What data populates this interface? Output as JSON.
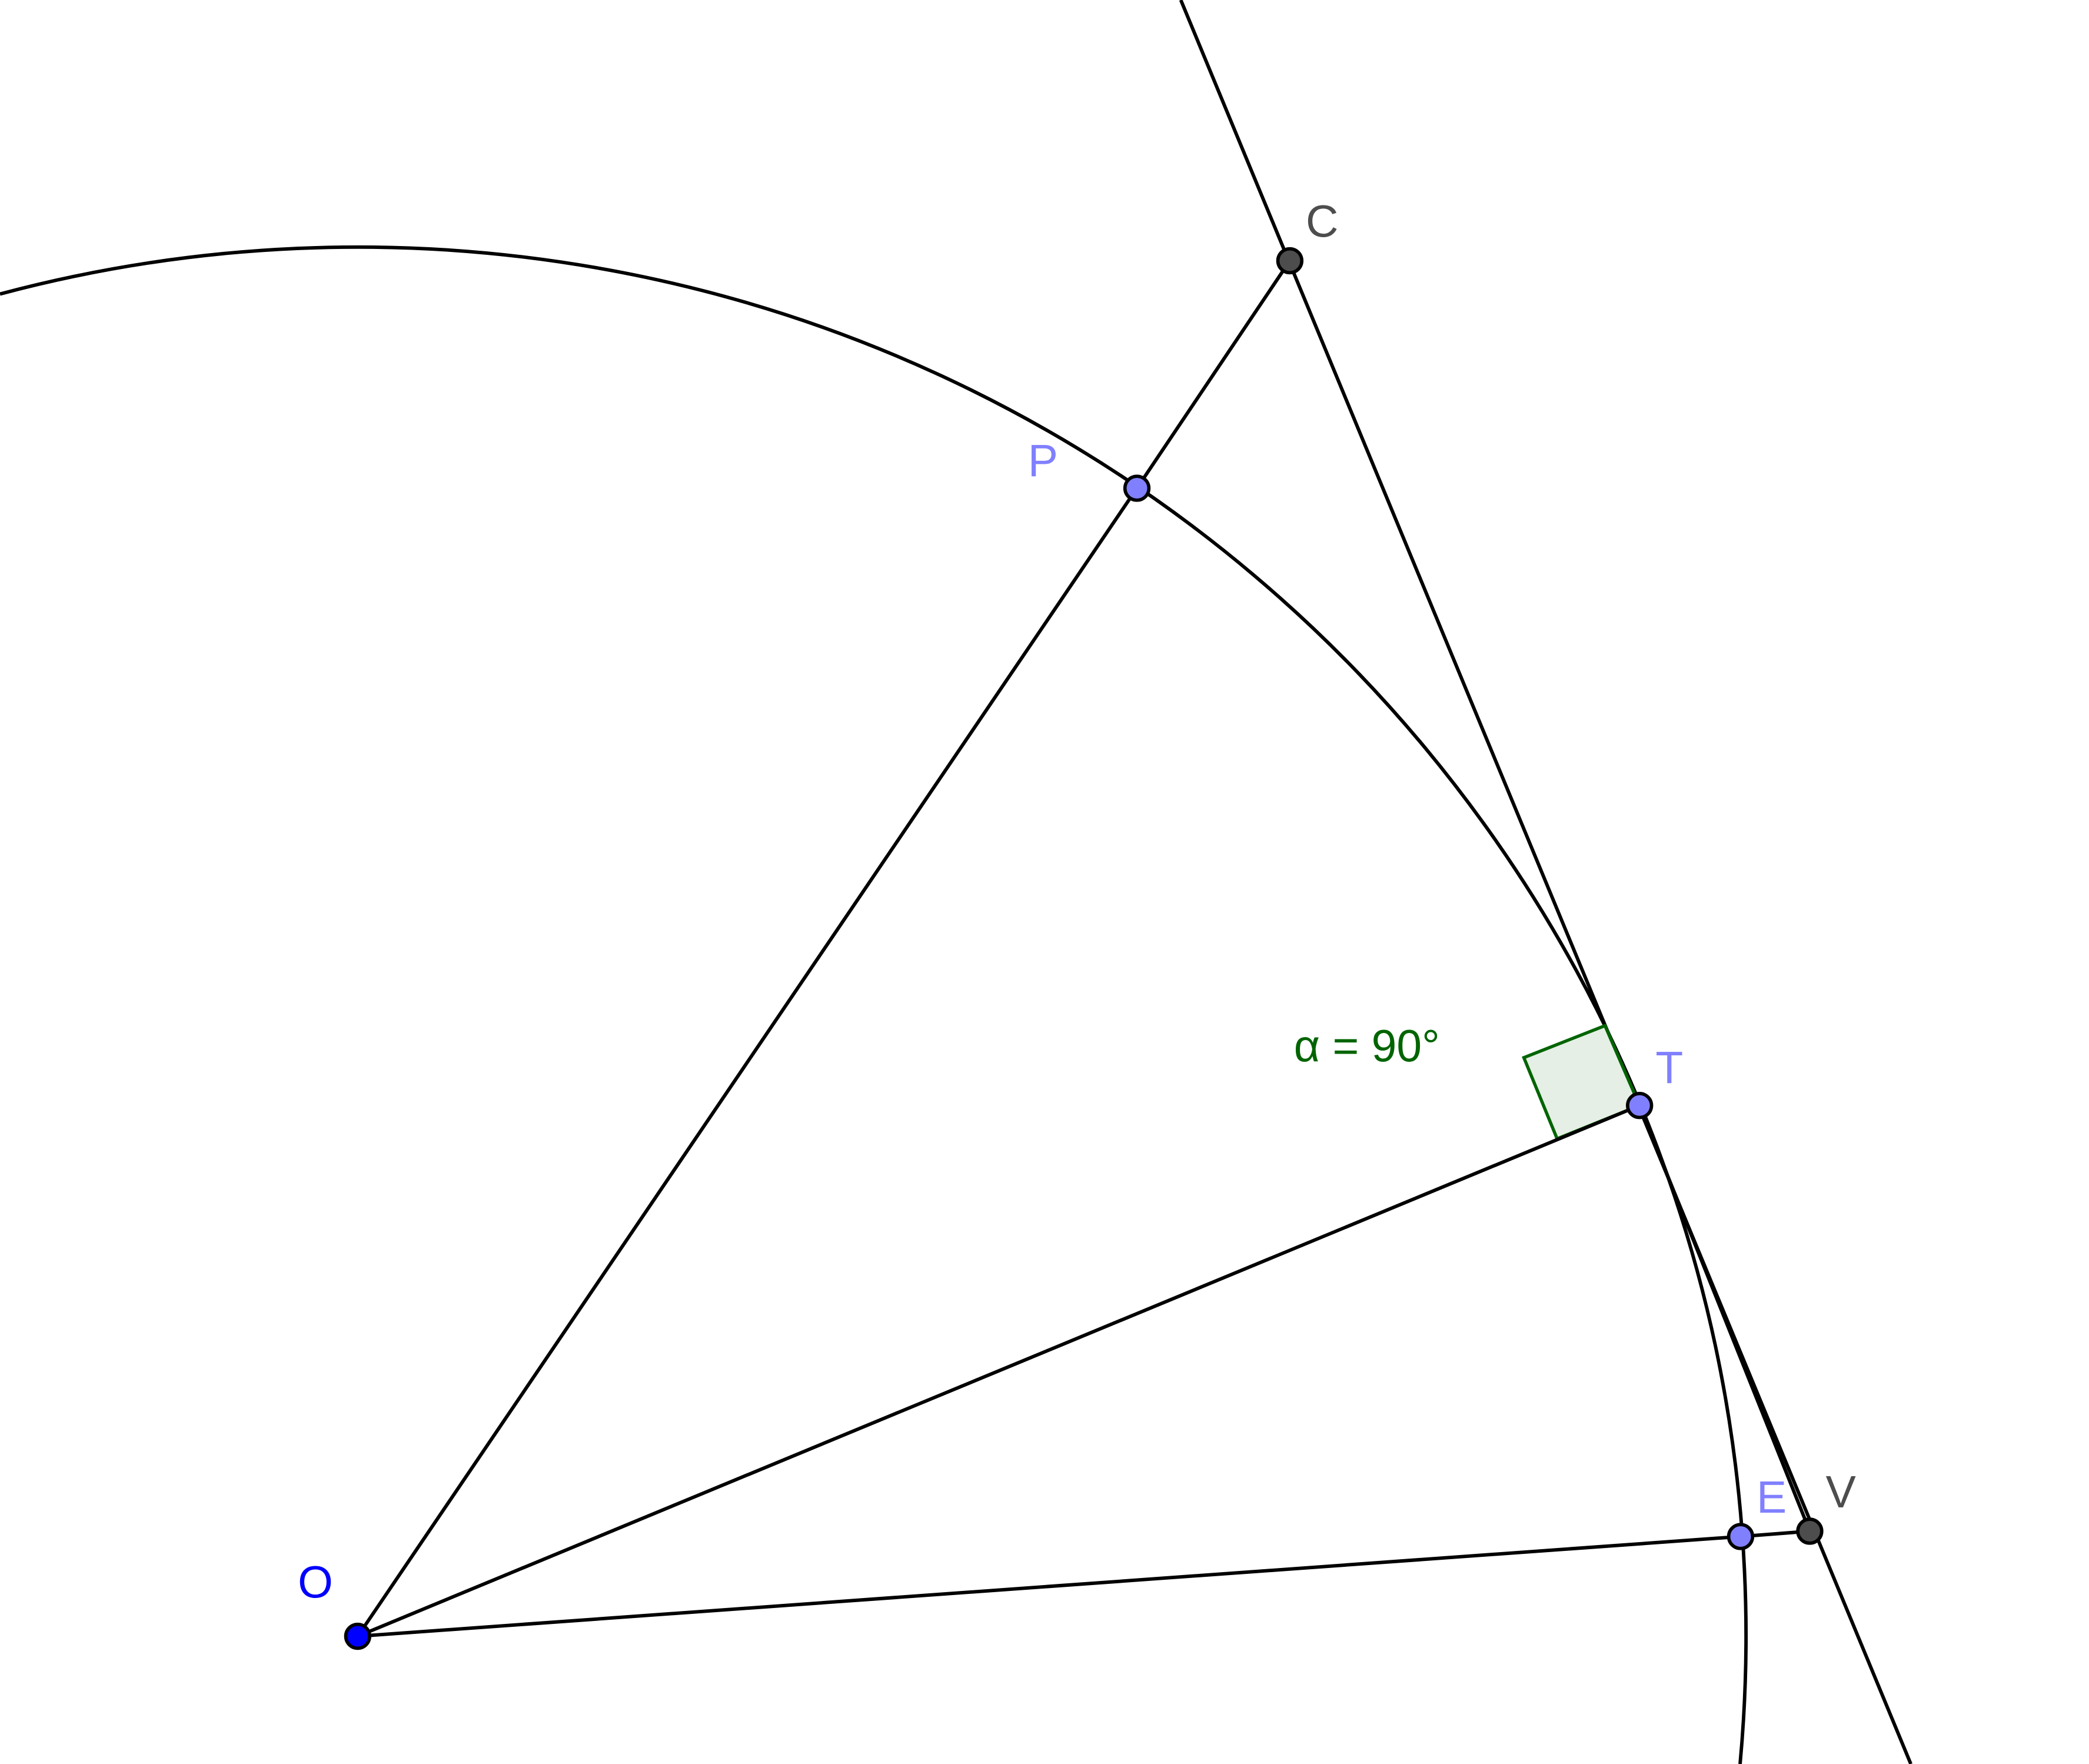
{
  "points": {
    "O": {
      "label": "O",
      "color": "#0000ff"
    },
    "P": {
      "label": "P",
      "color": "#8080ff"
    },
    "C": {
      "label": "C",
      "color": "#4d4d4d"
    },
    "T": {
      "label": "T",
      "color": "#8080ff"
    },
    "E": {
      "label": "E",
      "color": "#8080ff"
    },
    "V": {
      "label": "V",
      "color": "#4d4d4d"
    }
  },
  "angle": {
    "label": "α = 90°",
    "color": "#006400",
    "fill": "#e5efe5"
  }
}
